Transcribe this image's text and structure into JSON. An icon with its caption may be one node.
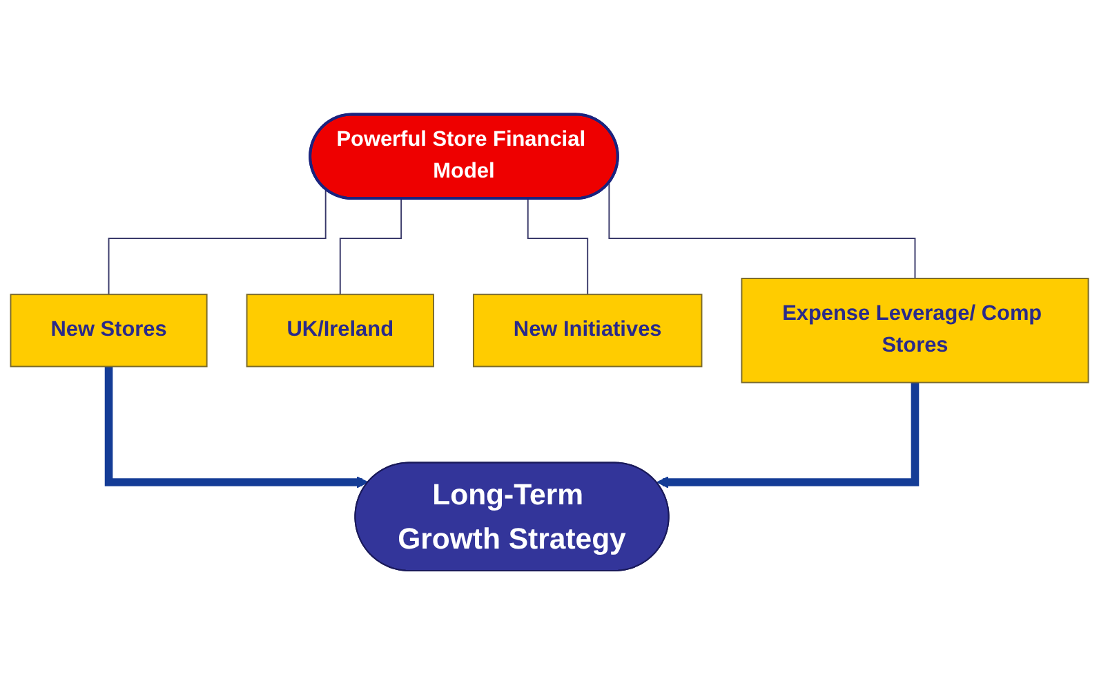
{
  "diagram": {
    "nodes": [
      {
        "text": [
          "Powerful Store Financial Model"
        ]
      },
      {
        "text": [
          "New Stores"
        ]
      },
      {
        "text": [
          "UK/Ireland"
        ]
      },
      {
        "text": [
          "New Initiatives"
        ]
      },
      {
        "text": [
          "Expense Leverage/ Comp Stores"
        ]
      },
      {
        "text": [
          "Long-Term Growth Strategy"
        ]
      }
    ],
    "edges": [
      {
        "from": 0,
        "to": 1,
        "arrow": "none"
      },
      {
        "from": 0,
        "to": 2,
        "arrow": "none"
      },
      {
        "from": 0,
        "to": 3,
        "arrow": "none"
      },
      {
        "from": 0,
        "to": 4,
        "arrow": "none"
      },
      {
        "from": 1,
        "to": 5,
        "arrow": "to",
        "style": "thick",
        "color": "#143c96"
      },
      {
        "from": 4,
        "to": 5,
        "arrow": "to",
        "style": "thick",
        "color": "#143c96"
      }
    ]
  }
}
